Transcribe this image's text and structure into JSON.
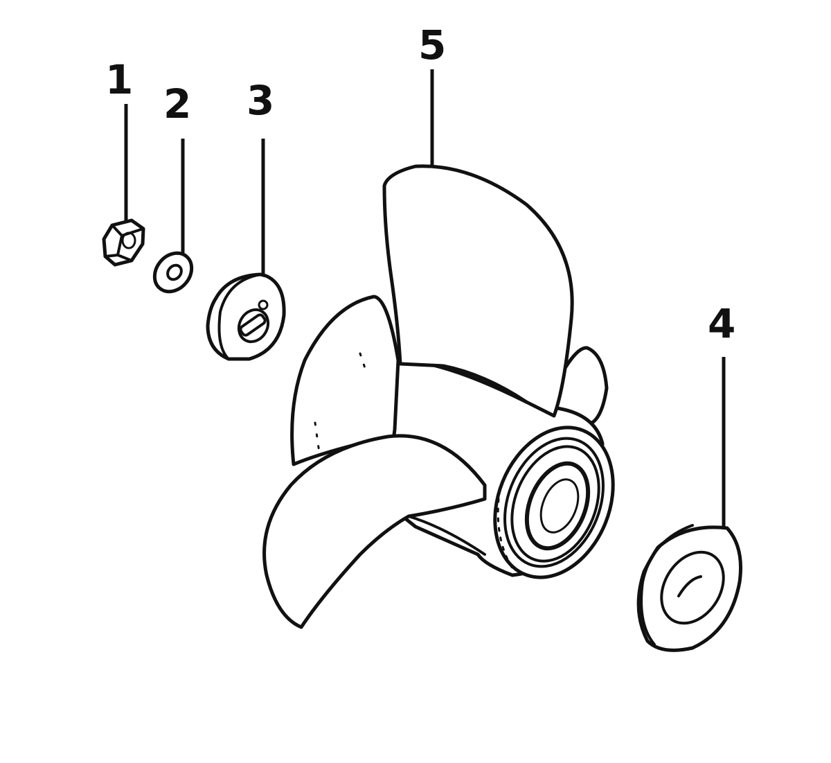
{
  "diagram": {
    "callouts": [
      {
        "id": "1",
        "label": "1",
        "part": "nut"
      },
      {
        "id": "2",
        "label": "2",
        "part": "washer"
      },
      {
        "id": "3",
        "label": "3",
        "part": "thrust-hub-with-pin"
      },
      {
        "id": "4",
        "label": "4",
        "part": "thrust-washer"
      },
      {
        "id": "5",
        "label": "5",
        "part": "propeller"
      }
    ],
    "colors": {
      "line": "#111111",
      "background": "#ffffff"
    }
  }
}
